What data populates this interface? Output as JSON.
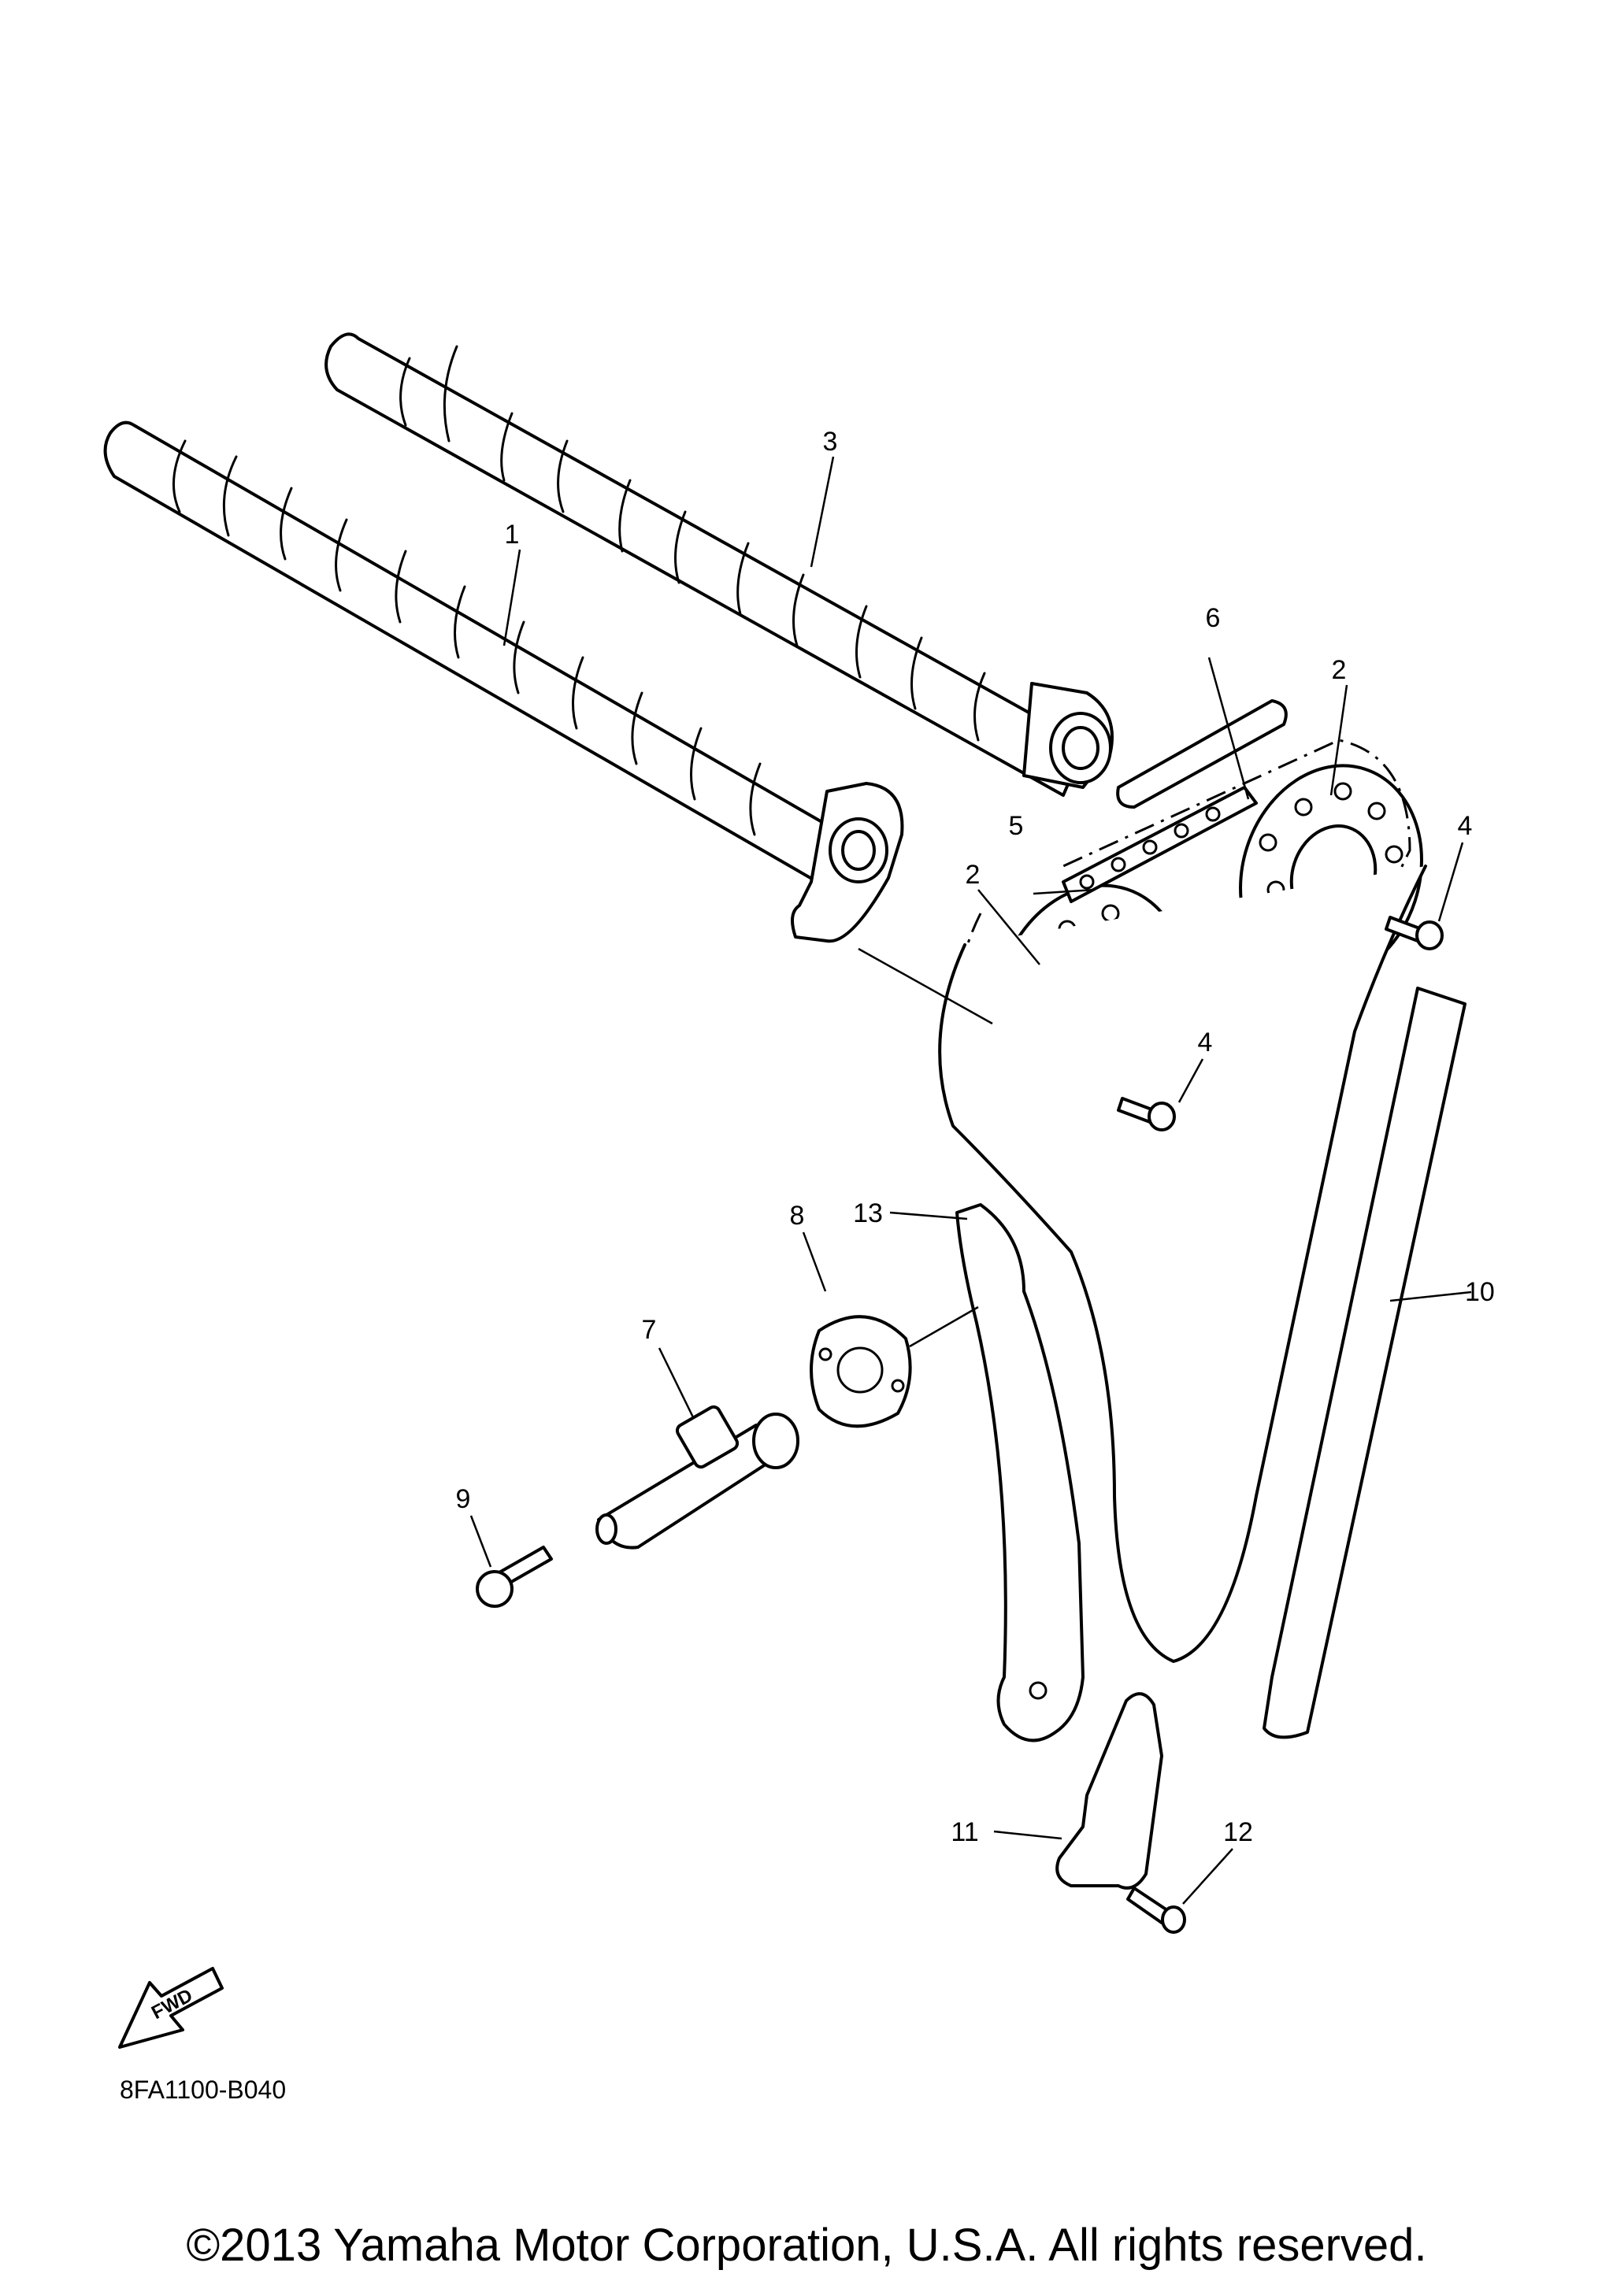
{
  "diagram": {
    "callouts": {
      "c1": "1",
      "c2a": "2",
      "c2b": "2",
      "c3": "3",
      "c4a": "4",
      "c4b": "4",
      "c5": "5",
      "c6": "6",
      "c7": "7",
      "c8": "8",
      "c9": "9",
      "c10": "10",
      "c11": "11",
      "c12": "12",
      "c13": "13"
    },
    "fwd_label": "FWD",
    "drawing_code": "8FA1100-B040"
  },
  "footer": {
    "copyright": "©2013 Yamaha Motor Corporation, U.S.A. All rights reserved."
  }
}
